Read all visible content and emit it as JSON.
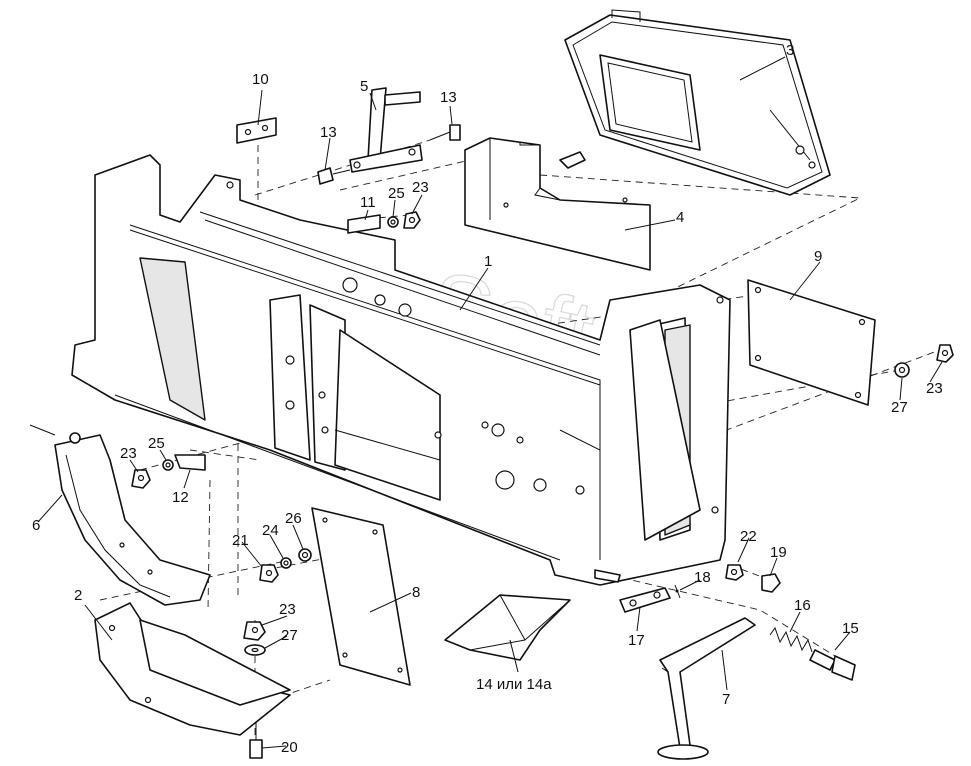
{
  "callouts": {
    "c1": "1",
    "c2": "2",
    "c3": "3",
    "c4": "4",
    "c5": "5",
    "c6": "6",
    "c7": "7",
    "c8": "8",
    "c9": "9",
    "c10": "10",
    "c11": "11",
    "c12": "12",
    "c13a": "13",
    "c13b": "13",
    "c14": "14 или 14а",
    "c15": "15",
    "c16": "16",
    "c17": "17",
    "c18": "18",
    "c19": "19",
    "c20": "20",
    "c21": "21",
    "c22": "22",
    "c23a": "23",
    "c23b": "23",
    "c23c": "23",
    "c23d": "23",
    "c24": "24",
    "c25a": "25",
    "c25b": "25",
    "c26": "26",
    "c27a": "27",
    "c27b": "27"
  },
  "watermark": "AutoSoft.ru"
}
